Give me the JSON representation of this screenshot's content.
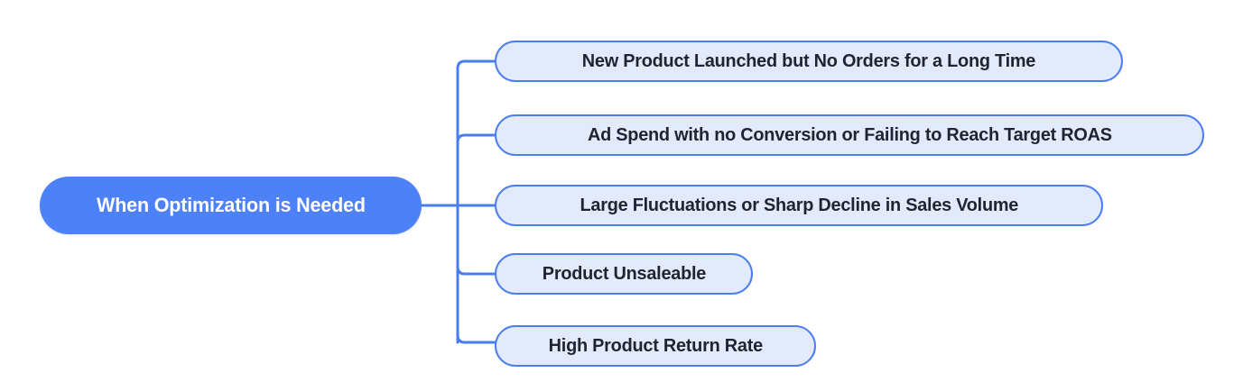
{
  "diagram": {
    "type": "mind-map",
    "orientation": "left-to-right",
    "background_color": "#ffffff",
    "root": {
      "label": "When Optimization is Needed",
      "fill_color": "#4d81f7",
      "text_color": "#ffffff"
    },
    "branch_style": {
      "fill_color": "#e2eafb",
      "border_color": "#4a7ef0",
      "text_color": "#1e2430"
    },
    "connector_color": "#4a7ef0",
    "branches": [
      {
        "label": "New Product Launched but No Orders for a Long Time"
      },
      {
        "label": "Ad Spend with no Conversion or Failing to Reach Target ROAS"
      },
      {
        "label": "Large Fluctuations or Sharp Decline in Sales Volume"
      },
      {
        "label": "Product Unsaleable"
      },
      {
        "label": "High Product Return Rate"
      }
    ]
  }
}
